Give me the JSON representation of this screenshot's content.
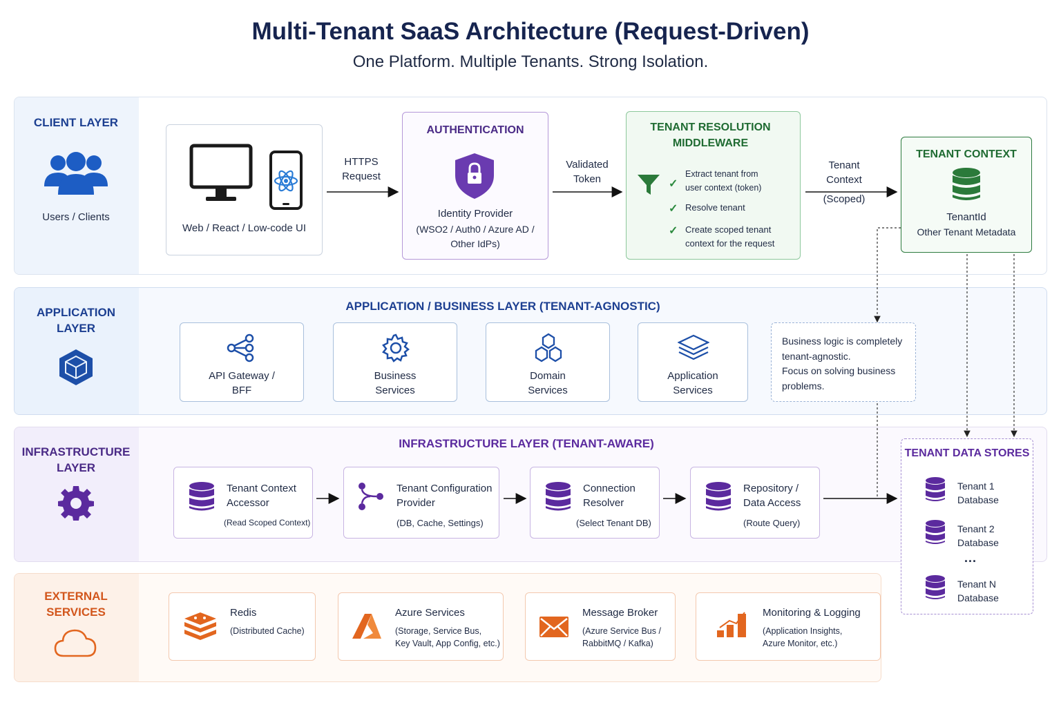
{
  "header": {
    "title": "Multi-Tenant SaaS Architecture (Request-Driven)",
    "subtitle": "One Platform. Multiple Tenants. Strong Isolation."
  },
  "client_layer": {
    "label": "CLIENT LAYER",
    "users_label": "Users / Clients",
    "client_box": "Web / React / Low-code UI",
    "arrow_1": [
      "HTTPS",
      "Request"
    ],
    "authentication": {
      "title": "AUTHENTICATION",
      "provider_title": "Identity Provider",
      "provider_lines": [
        "(WSO2 / Auth0 / Azure AD /",
        "Other IdPs)"
      ]
    },
    "arrow_2": [
      "Validated",
      "Token"
    ],
    "tenant_resolution": {
      "title": [
        "TENANT RESOLUTION",
        "MIDDLEWARE"
      ],
      "steps": [
        [
          "Extract tenant from",
          "user context (token)"
        ],
        [
          "Resolve tenant"
        ],
        [
          "Create scoped tenant",
          "context for the request"
        ]
      ]
    },
    "arrow_3": [
      "Tenant",
      "Context",
      "(Scoped)"
    ],
    "tenant_context": {
      "title": "TENANT CONTEXT",
      "field": "TenantId",
      "meta": "Other Tenant Metadata"
    }
  },
  "application_layer": {
    "label": [
      "APPLICATION",
      "LAYER"
    ],
    "heading": "APPLICATION / BUSINESS LAYER (TENANT-AGNOSTIC)",
    "cards": [
      {
        "icon": "share-nodes-icon",
        "lines": [
          "API Gateway /",
          "BFF"
        ]
      },
      {
        "icon": "gear-outline-icon",
        "lines": [
          "Business",
          "Services"
        ]
      },
      {
        "icon": "hexagons-icon",
        "lines": [
          "Domain",
          "Services"
        ]
      },
      {
        "icon": "layers-icon",
        "lines": [
          "Application",
          "Services"
        ]
      }
    ],
    "note": [
      "Business logic is completely",
      "tenant-agnostic.",
      "Focus on solving business",
      "problems."
    ]
  },
  "infrastructure_layer": {
    "label": [
      "INFRASTRUCTURE",
      "LAYER"
    ],
    "heading": "INFRASTRUCTURE LAYER (TENANT-AWARE)",
    "cards": [
      {
        "icon": "database-icon",
        "title": [
          "Tenant Context",
          "Accessor"
        ],
        "sub": "(Read Scoped Context)"
      },
      {
        "icon": "branch-icon",
        "title": [
          "Tenant Configuration",
          "Provider"
        ],
        "sub": "(DB, Cache, Settings)"
      },
      {
        "icon": "database-icon",
        "title": [
          "Connection",
          "Resolver"
        ],
        "sub": "(Select Tenant DB)"
      },
      {
        "icon": "database-icon",
        "title": [
          "Repository /",
          "Data Access"
        ],
        "sub": "(Route Query)"
      }
    ]
  },
  "tenant_data_stores": {
    "title": "TENANT DATA STORES",
    "stores": [
      [
        "Tenant 1",
        "Database"
      ],
      [
        "Tenant 2",
        "Database"
      ],
      [
        "Tenant N",
        "Database"
      ]
    ],
    "ellipsis": "..."
  },
  "external_services": {
    "label": [
      "EXTERNAL",
      "SERVICES"
    ],
    "cards": [
      {
        "icon": "redis-icon",
        "title": "Redis",
        "sub": [
          "(Distributed Cache)"
        ]
      },
      {
        "icon": "azure-icon",
        "title": "Azure Services",
        "sub": [
          "(Storage, Service Bus,",
          "Key Vault, App Config, etc.)"
        ]
      },
      {
        "icon": "envelope-icon",
        "title": "Message Broker",
        "sub": [
          "(Azure Service Bus /",
          "RabbitMQ / Kafka)"
        ]
      },
      {
        "icon": "bar-chart-icon",
        "title": "Monitoring & Logging",
        "sub": [
          "(Application Insights,",
          "Azure Monitor, etc.)"
        ]
      }
    ]
  },
  "colors": {
    "navy": "#1c3f91",
    "purple": "#5b2a9e",
    "green": "#2b7a3a",
    "orange": "#e2661f"
  }
}
